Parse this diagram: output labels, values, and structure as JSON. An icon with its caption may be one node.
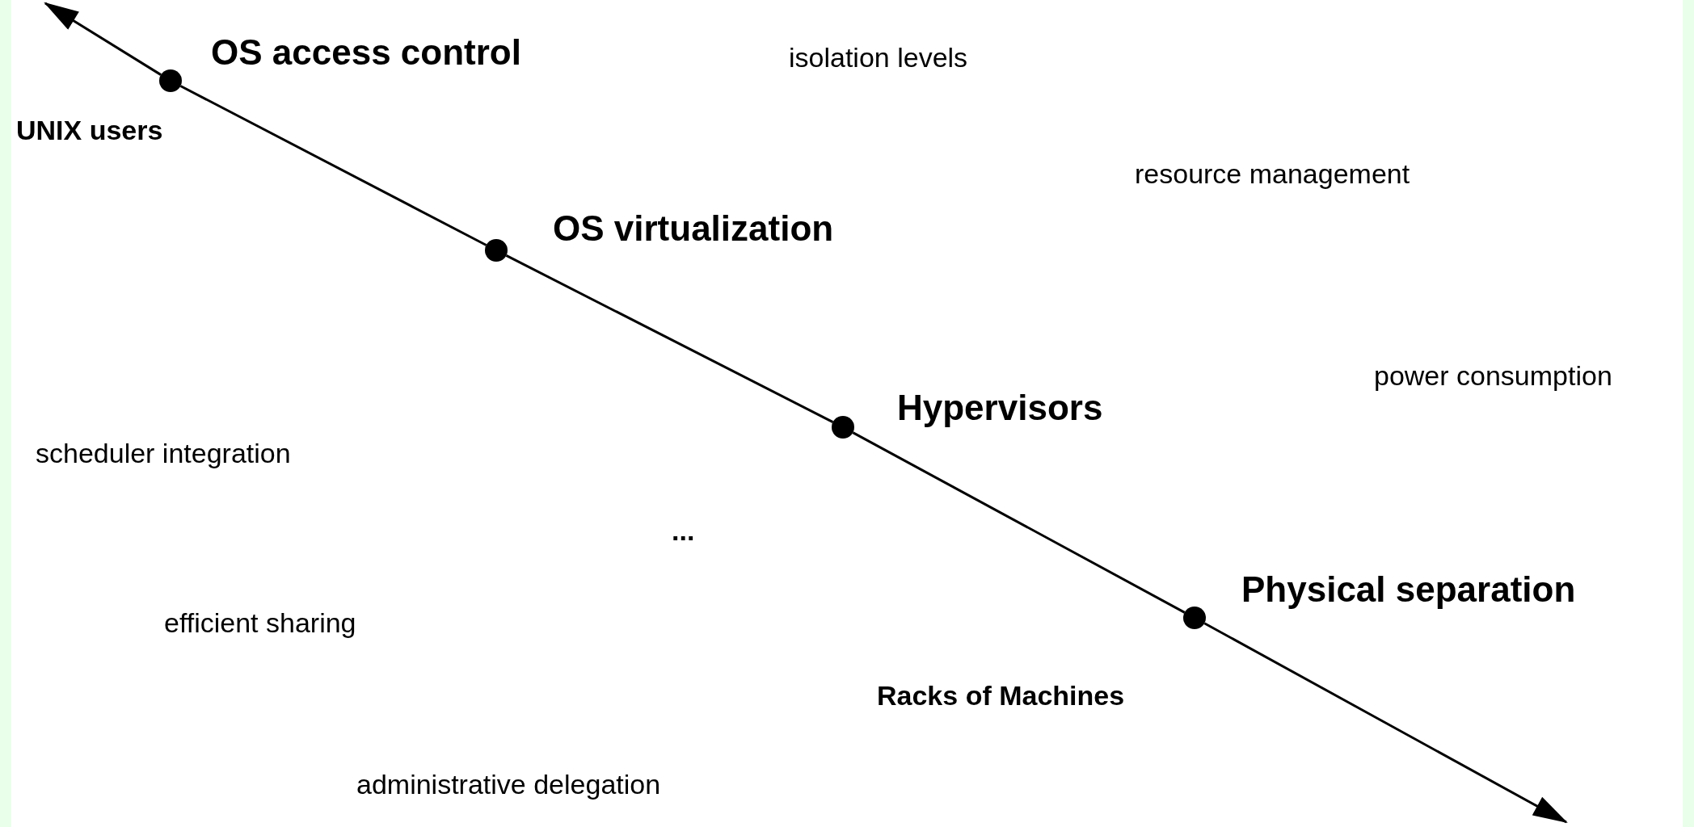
{
  "diagram": {
    "nodes": [
      {
        "text": [],
        "shape": "circle",
        "beside": [
          "OS access control",
          "UNIX users"
        ]
      },
      {
        "text": [],
        "shape": "circle",
        "beside": [
          "OS virtualization"
        ]
      },
      {
        "text": [],
        "shape": "circle",
        "beside": [
          "Hypervisors"
        ]
      },
      {
        "text": [],
        "shape": "circle",
        "beside": [
          "Physical separation",
          "Racks of Machines"
        ]
      }
    ],
    "edges": [
      {
        "from": 0,
        "to": null,
        "arrow": "to"
      },
      {
        "from": 0,
        "to": 1,
        "arrow": "none"
      },
      {
        "from": 1,
        "to": 2,
        "arrow": "none"
      },
      {
        "from": 2,
        "to": 3,
        "arrow": "none"
      },
      {
        "from": 3,
        "to": null,
        "arrow": "to"
      }
    ],
    "labels": [
      "...",
      "isolation levels",
      "resource management",
      "power consumption",
      "scheduler integration",
      "efficient sharing",
      "administrative delegation"
    ]
  }
}
